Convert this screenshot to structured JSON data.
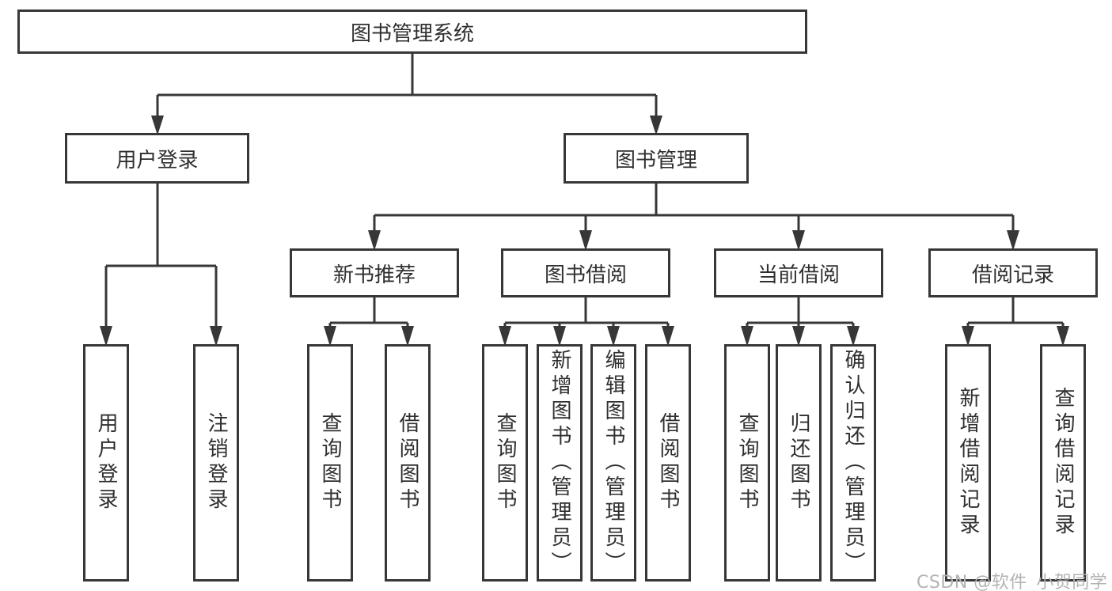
{
  "colors": {
    "line": "#373737",
    "box_border": "#373737",
    "text": "#2f2f2f",
    "watermark": "#b3b3b3",
    "background": "#ffffff"
  },
  "tree": {
    "root": {
      "label": "图书管理系统"
    },
    "level2": [
      {
        "label": "用户登录"
      },
      {
        "label": "图书管理"
      }
    ],
    "level3": [
      {
        "label": "新书推荐",
        "parent": "图书管理"
      },
      {
        "label": "图书借阅",
        "parent": "图书管理"
      },
      {
        "label": "当前借阅",
        "parent": "图书管理"
      },
      {
        "label": "借阅记录",
        "parent": "图书管理"
      }
    ],
    "leaves": [
      {
        "label": "用户登录",
        "parent": "用户登录"
      },
      {
        "label": "注销登录",
        "parent": "用户登录"
      },
      {
        "label": "查询图书",
        "parent": "新书推荐"
      },
      {
        "label": "借阅图书",
        "parent": "新书推荐"
      },
      {
        "label": "查询图书",
        "parent": "图书借阅"
      },
      {
        "label": "新增图书（管理员）",
        "parent": "图书借阅"
      },
      {
        "label": "编辑图书（管理员）",
        "parent": "图书借阅"
      },
      {
        "label": "借阅图书",
        "parent": "图书借阅"
      },
      {
        "label": "查询图书",
        "parent": "当前借阅"
      },
      {
        "label": "归还图书",
        "parent": "当前借阅"
      },
      {
        "label": "确认归还（管理员）",
        "parent": "当前借阅"
      },
      {
        "label": "新增借阅记录",
        "parent": "借阅记录"
      },
      {
        "label": "查询借阅记录",
        "parent": "借阅记录"
      }
    ]
  },
  "watermark": {
    "text": "CSDN @软件_小贺同学"
  }
}
